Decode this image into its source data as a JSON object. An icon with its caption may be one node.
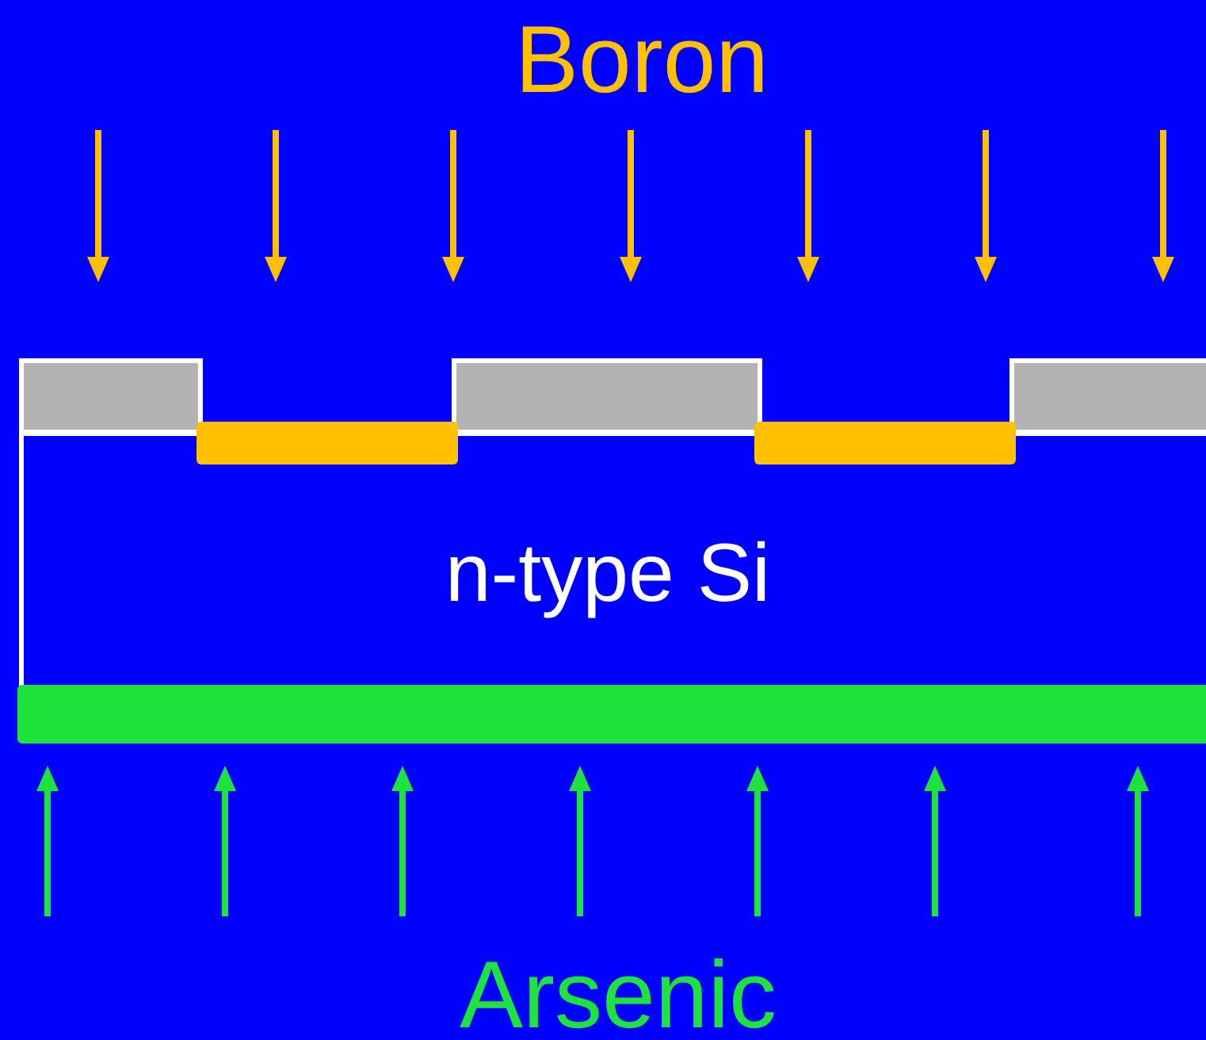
{
  "diagram": {
    "nodes": [
      {
        "text": [],
        "shape": "box"
      },
      {
        "text": [],
        "shape": "bar"
      },
      {
        "text": [],
        "shape": "box"
      },
      {
        "text": [],
        "shape": "bar"
      },
      {
        "text": [],
        "shape": "box"
      },
      {
        "text": [
          "n-type Si"
        ]
      },
      {
        "text": [],
        "shape": "bar"
      }
    ],
    "labels": [
      "Boron",
      "Arsenic"
    ]
  }
}
